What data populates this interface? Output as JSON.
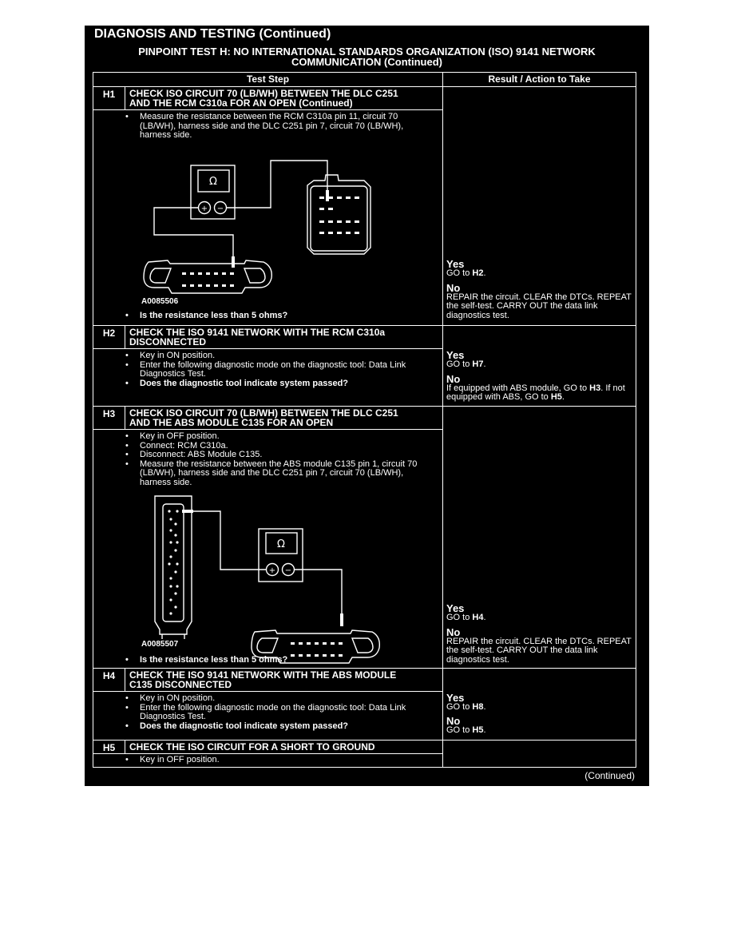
{
  "header": {
    "title": "DIAGNOSIS AND TESTING (Continued)",
    "subtitle_line1": "PINPOINT TEST  H: NO INTERNATIONAL STANDARDS ORGANIZATION (ISO) 9141 NETWORK",
    "subtitle_line2": "COMMUNICATION (Continued)"
  },
  "table": {
    "col_step": "Test Step",
    "col_result": "Result / Action to Take"
  },
  "steps": [
    {
      "id": "H1",
      "title_line1": "CHECK ISO CIRCUIT 70 (LB/WH) BETWEEN THE DLC C251",
      "title_line2": "AND THE RCM C310a FOR AN OPEN (Continued)",
      "bullets": [
        "Measure the resistance between the RCM C310a pin 11, circuit 70 (LB/WH), harness side and the DLC C251 pin 7, circuit 70 (LB/WH), harness side."
      ],
      "figure_id": "A0085506",
      "question": "Is the resistance less than 5 ohms?",
      "yes_label": "Yes",
      "yes_prefix": "GO to ",
      "yes_target": "H2",
      "no_label": "No",
      "no_text": "REPAIR the circuit. CLEAR the DTCs. REPEAT the self-test. CARRY OUT the data link diagnostics test."
    },
    {
      "id": "H2",
      "title_line1": "CHECK THE ISO 9141 NETWORK WITH THE RCM C310a",
      "title_line2": "DISCONNECTED",
      "bullets": [
        "Key in ON position.",
        "Enter the following diagnostic mode on the diagnostic tool: Data Link Diagnostics Test."
      ],
      "question": "Does the diagnostic tool indicate system passed?",
      "yes_label": "Yes",
      "yes_prefix": "GO to ",
      "yes_target": "H7",
      "no_label": "No",
      "no_part1": "If equipped with ABS module, GO to ",
      "no_target1": "H3",
      "no_part2": ". If not equipped with ABS, GO to ",
      "no_target2": "H5"
    },
    {
      "id": "H3",
      "title_line1": "CHECK ISO CIRCUIT 70 (LB/WH) BETWEEN THE DLC C251",
      "title_line2": "AND THE ABS MODULE C135 FOR AN OPEN",
      "bullets": [
        "Key in OFF position.",
        "Connect: RCM C310a.",
        "Disconnect: ABS Module C135.",
        "Measure the resistance between the ABS module C135 pin 1, circuit 70 (LB/WH), harness side and the DLC C251 pin 7, circuit 70 (LB/WH), harness side."
      ],
      "figure_id": "A0085507",
      "question": "Is the resistance less than 5 ohms?",
      "yes_label": "Yes",
      "yes_prefix": "GO to ",
      "yes_target": "H4",
      "no_label": "No",
      "no_text": "REPAIR the circuit. CLEAR the DTCs. REPEAT the self-test. CARRY OUT the data link diagnostics test."
    },
    {
      "id": "H4",
      "title_line1": "CHECK THE ISO 9141 NETWORK WITH THE ABS MODULE",
      "title_line2": "C135 DISCONNECTED",
      "bullets": [
        "Key in ON position.",
        "Enter the following diagnostic mode on the diagnostic tool: Data Link Diagnostics Test."
      ],
      "question": "Does the diagnostic tool indicate system passed?",
      "yes_label": "Yes",
      "yes_prefix": "GO to ",
      "yes_target": "H8",
      "no_label": "No",
      "no_prefix": "GO to ",
      "no_target": "H5"
    },
    {
      "id": "H5",
      "title_line1": "CHECK THE ISO CIRCUIT FOR A SHORT TO GROUND",
      "bullets": [
        "Key in OFF position."
      ]
    }
  ],
  "meter": {
    "symbol": "Ω",
    "plus": "+",
    "minus": "−"
  },
  "footer": {
    "continued": "(Continued)"
  }
}
